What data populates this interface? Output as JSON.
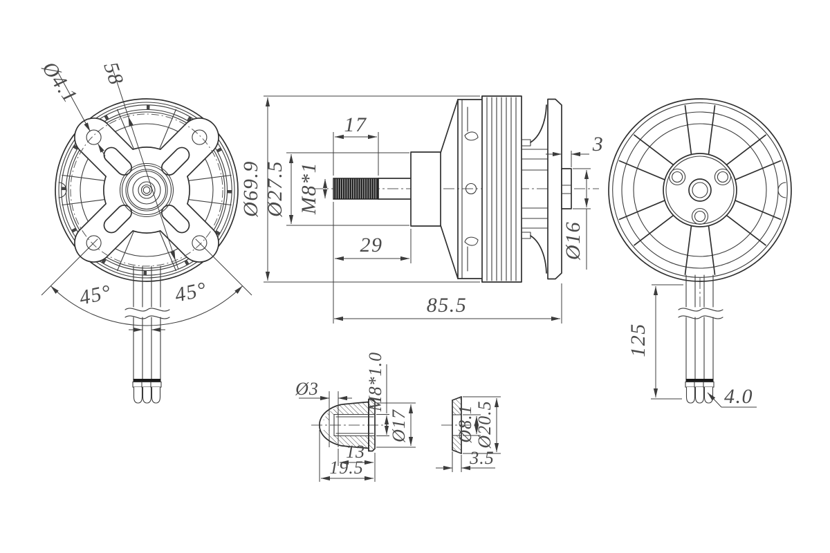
{
  "palette": {
    "background": "#ffffff",
    "line": "#2f2f2f",
    "dim_line": "#3c3c3c",
    "text": "#4a4a4a"
  },
  "views": {
    "front_view": {
      "dims": {
        "mount_hole_dia": "Ø4.1",
        "bolt_circle_dia": "58",
        "angle_left": "45°",
        "angle_right": "45°"
      }
    },
    "side_view": {
      "dims": {
        "thread_length": "17",
        "outer_dia": "Ø69.9",
        "boss_dia": "Ø27.5",
        "shaft_thread": "M8*1",
        "shaft_length": "29",
        "total_length": "85.5",
        "rear_boss_length": "3",
        "rear_boss_dia": "Ø16"
      }
    },
    "rear_view": {
      "dims": {
        "wire_length": "125",
        "connector_dia": "4.0"
      }
    },
    "nut_detail": {
      "dims": {
        "tip_hole_dia": "Ø3",
        "thread_spec": "M8*1.0",
        "flange_dia": "Ø17",
        "thread_depth": "13",
        "total_length": "19.5"
      }
    },
    "washer_detail": {
      "dims": {
        "inner_dia": "Ø8.1",
        "outer_dia": "Ø20.5",
        "thickness": "3.5"
      }
    }
  }
}
